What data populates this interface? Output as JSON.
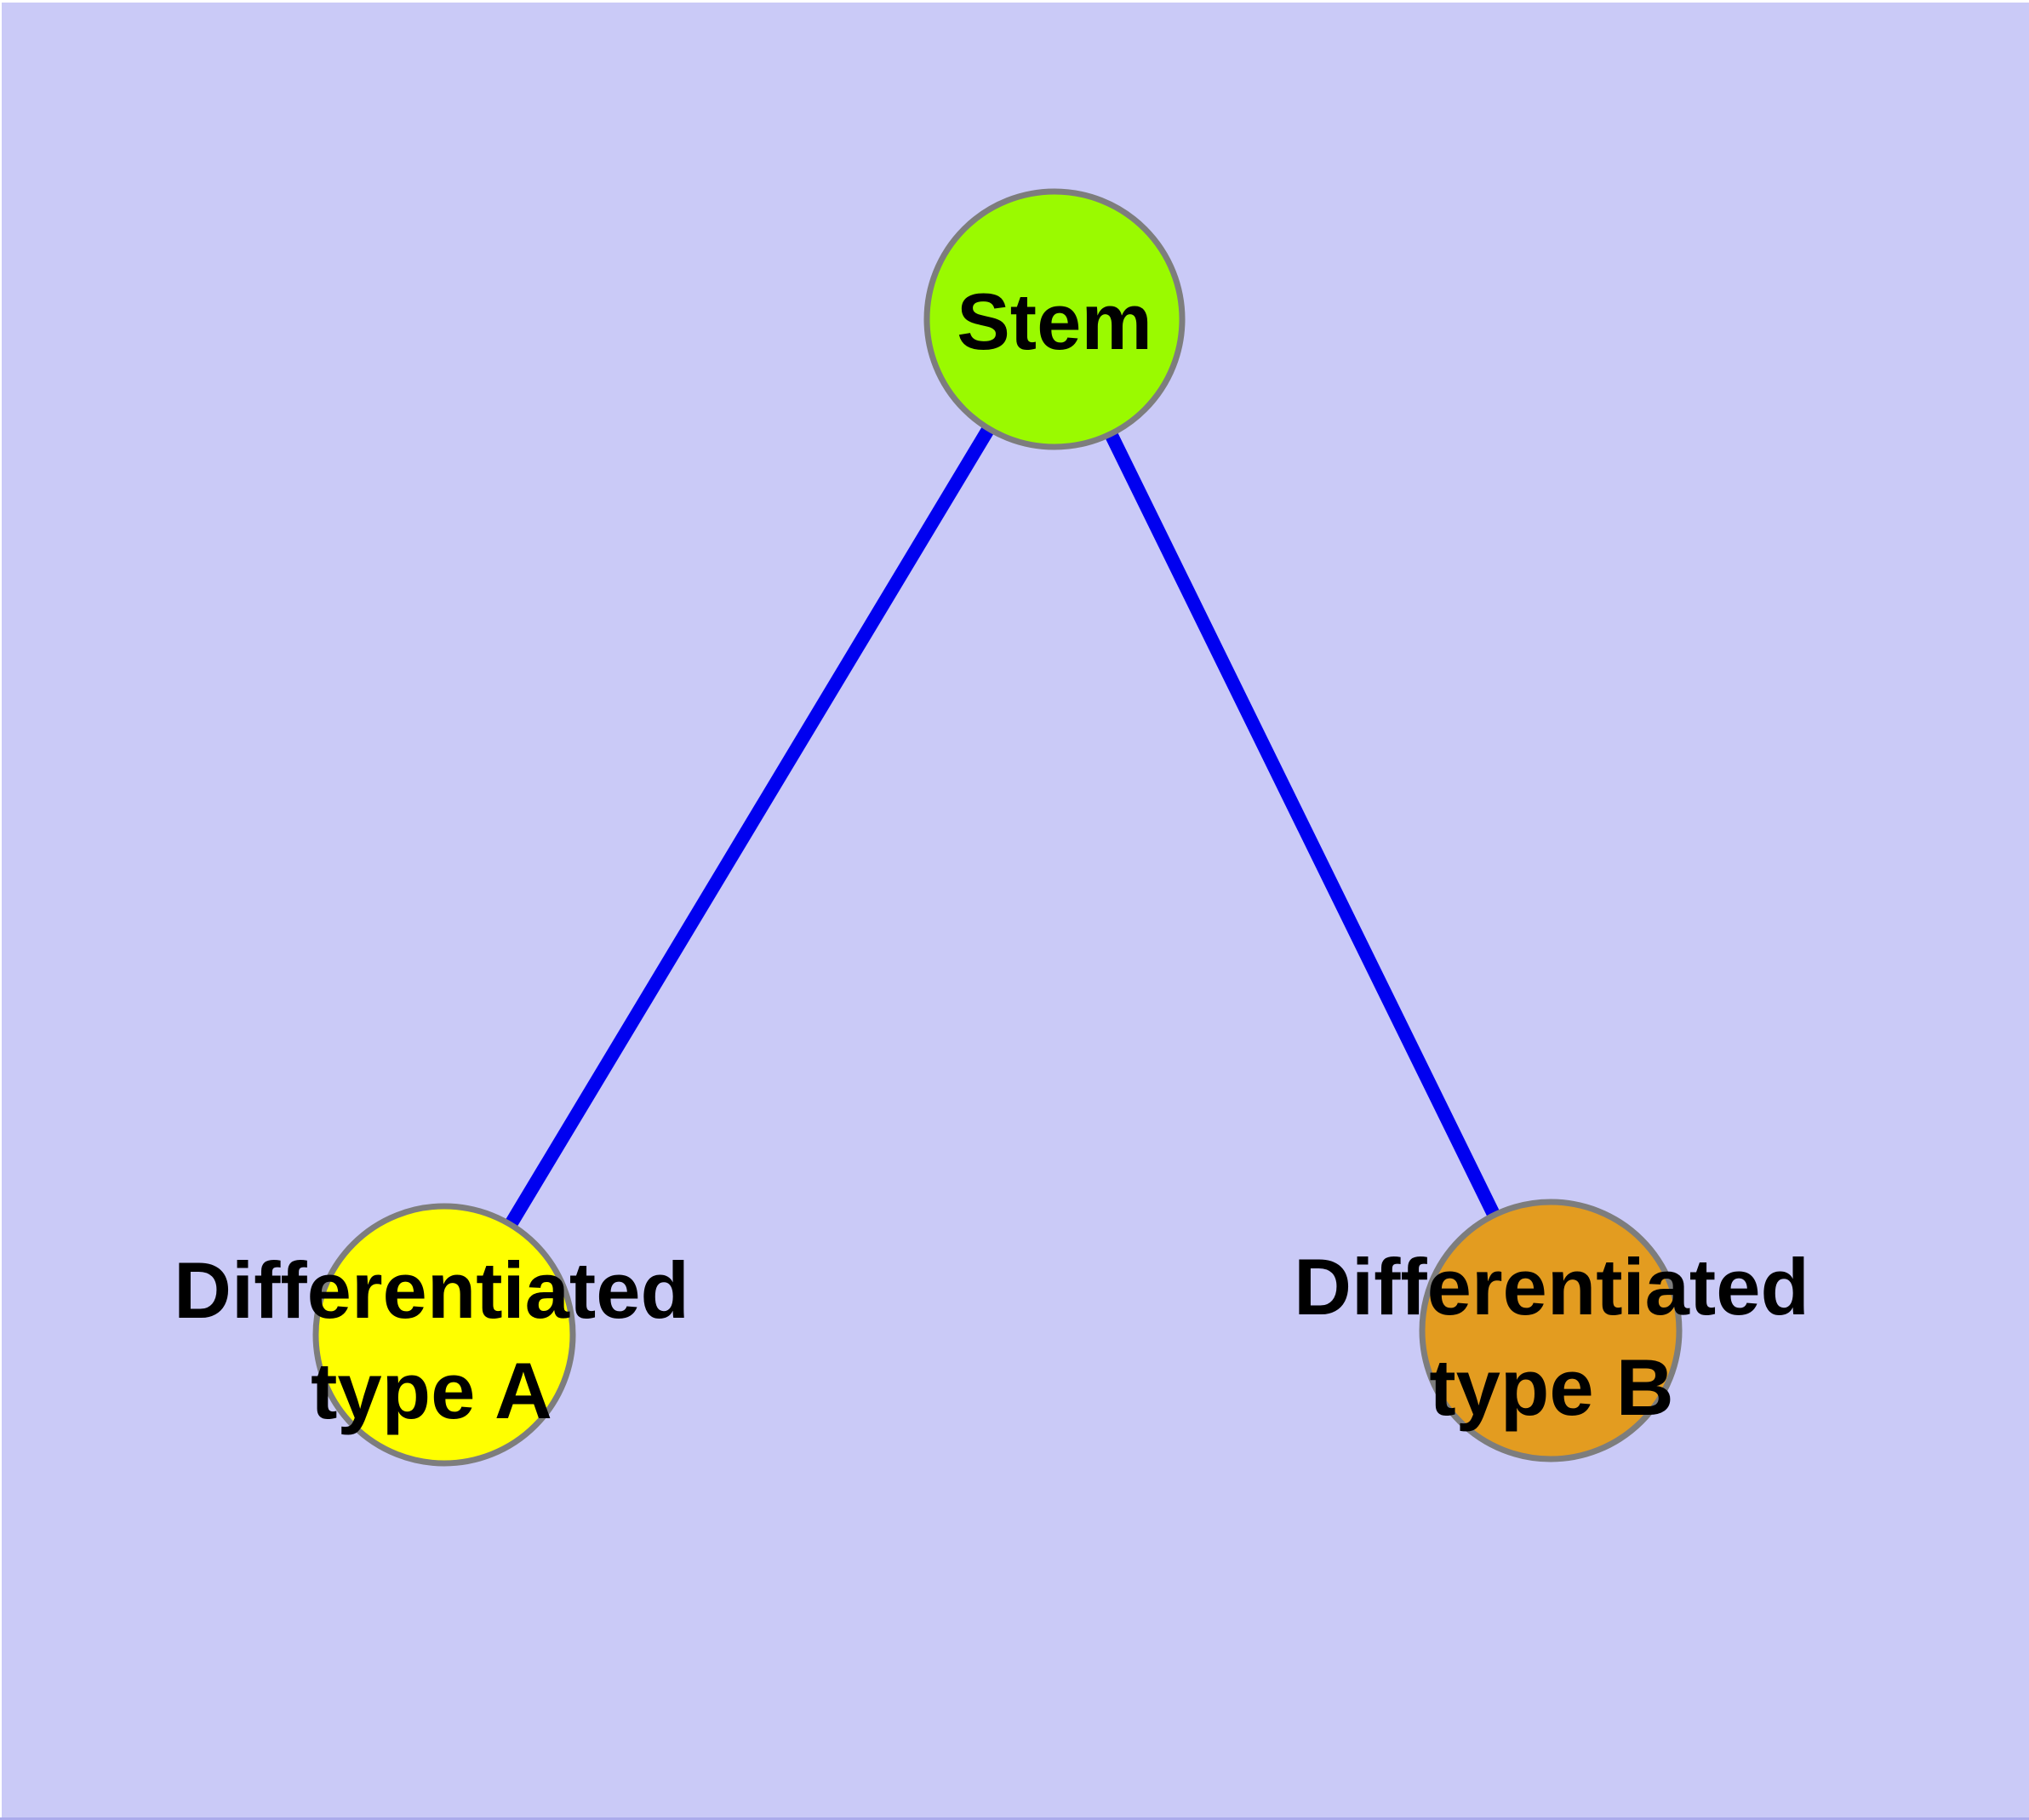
{
  "diagram": {
    "background_color": "#cacaf7",
    "edge_color": "#0000f0",
    "node_border_color": "#7d7d7d",
    "text_color": "#000000",
    "nodes": [
      {
        "id": "stem",
        "line1": "Stem",
        "line2": "",
        "fill": "#9afa00"
      },
      {
        "id": "type-a",
        "line1": "Differentiated",
        "line2": "type A",
        "fill": "#ffff00"
      },
      {
        "id": "type-b",
        "line1": "Differentiated",
        "line2": "type B",
        "fill": "#e39c20"
      }
    ],
    "edges": [
      {
        "from": "stem",
        "to": "type-a"
      },
      {
        "from": "stem",
        "to": "type-b"
      }
    ]
  }
}
